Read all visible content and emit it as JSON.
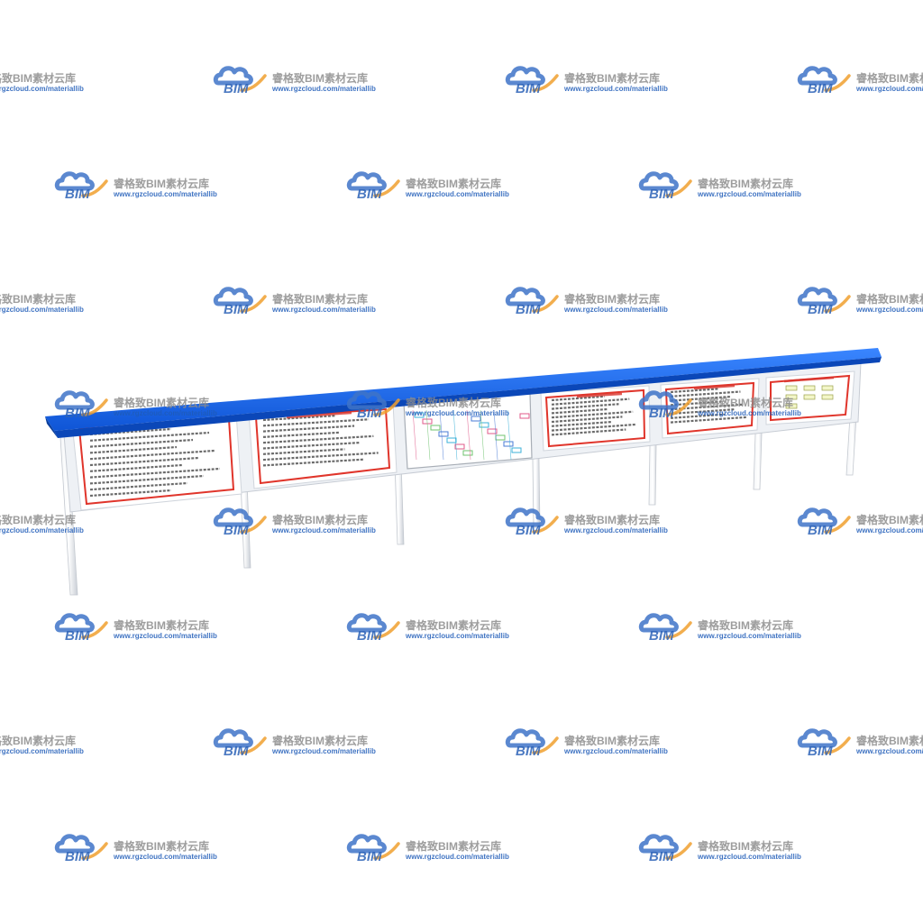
{
  "watermark": {
    "logo_text": "BIM",
    "title_cn": "睿格致BIM素材云库",
    "url": "www.rgzcloud.com/materiallib",
    "colors": {
      "cloud": "#3f74c8",
      "swoosh": "#f0a030",
      "text": "#8c8c8c",
      "url": "#1e5bb8"
    }
  },
  "billboard": {
    "roof_color": "#1466e6",
    "frame_color": "#d6dbe2",
    "panel_border_color": "#e0352b",
    "panel_count": 6
  }
}
